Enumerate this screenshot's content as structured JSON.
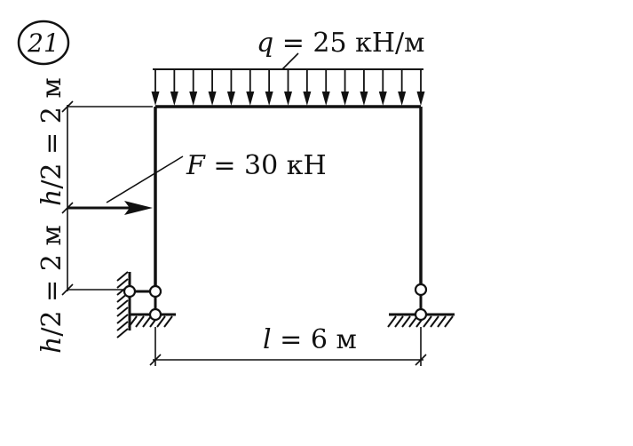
{
  "problem_number": "21",
  "load_q": {
    "symbol": "q",
    "rest": " = 25 кН/м"
  },
  "load_F": {
    "symbol": "F",
    "rest": " = 30 кН"
  },
  "dim_top": {
    "symbol": "h",
    "rest": "/2 = 2 м"
  },
  "dim_bottom": {
    "symbol": "h",
    "rest": "/2 = 2 м"
  },
  "dim_span": {
    "symbol": "l",
    "rest": " = 6 м"
  },
  "colors": {
    "ink": "#111111",
    "paper": "#ffffff"
  }
}
